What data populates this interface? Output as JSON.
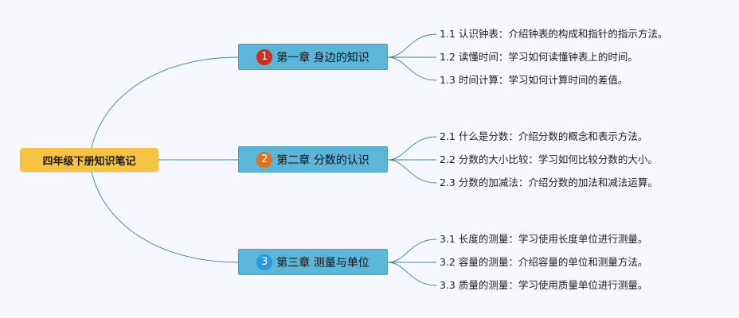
{
  "root": {
    "label": "四年级下册知识笔记"
  },
  "chapters": [
    {
      "number": "1",
      "badge_color": "#d42b1f",
      "label": "第一章 身边的知识",
      "items": [
        "1.1 认识钟表：介绍钟表的构成和指针的指示方法。",
        "1.2 读懂时间：学习如何读懂钟表上的时间。",
        "1.3 时间计算：学习如何计算时间的差值。"
      ]
    },
    {
      "number": "2",
      "badge_color": "#e0711f",
      "label": "第二章 分数的认识",
      "items": [
        "2.1 什么是分数：介绍分数的概念和表示方法。",
        "2.2 分数的大小比较：学习如何比较分数的大小。",
        "2.3 分数的加减法：介绍分数的加法和减法运算。"
      ]
    },
    {
      "number": "3",
      "badge_color": "#2f96e0",
      "label": "第三章 测量与单位",
      "items": [
        "3.1 长度的测量：学习使用长度单位进行测量。",
        "3.2 容量的测量：介绍容量的单位和测量方法。",
        "3.3 质量的测量：学习使用质量单位进行测量。"
      ]
    }
  ],
  "colors": {
    "background": "#f6f8fd",
    "root_fill": "#f6c343",
    "chapter_fill": "#5bb6d9",
    "connector": "#3a8a82"
  }
}
